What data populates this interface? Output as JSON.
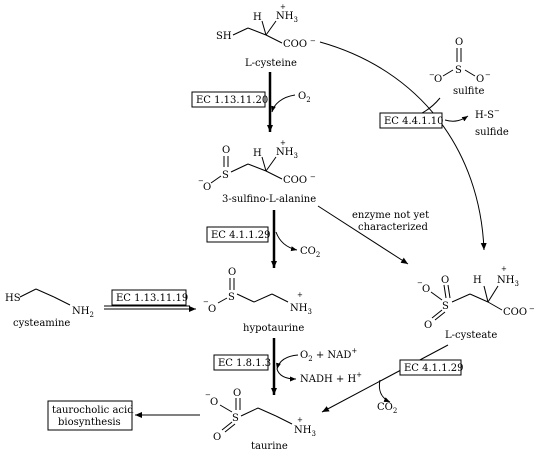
{
  "compounds": {
    "cysteine": {
      "name": "L-cysteine",
      "sh": "SH",
      "h": "H",
      "nh3": "NH",
      "nh3_sub": "3",
      "plus": "+",
      "coo": "COO",
      "minus": "−"
    },
    "sulfite": {
      "name": "sulfite",
      "s": "S",
      "o_top": "O",
      "o_left": "O",
      "o_right": "O",
      "minus": "−"
    },
    "hs_minus": {
      "text": "H-S",
      "minus": "−"
    },
    "sulfide": {
      "name": "sulfide"
    },
    "sulfinoalanine": {
      "name": "3-sulfino-L-alanine",
      "o_top": "O",
      "s": "S",
      "o_minus": "O",
      "minus": "−",
      "h": "H",
      "nh3": "NH",
      "nh3_sub": "3",
      "plus": "+",
      "coo": "COO"
    },
    "cysteamine": {
      "name": "cysteamine",
      "hs": "HS",
      "nh2": "NH",
      "nh2_sub": "2"
    },
    "hypotaurine": {
      "name": "hypotaurine",
      "o_top": "O",
      "s": "S",
      "o_minus": "O",
      "minus": "−",
      "nh3": "NH",
      "nh3_sub": "3",
      "plus": "+"
    },
    "cysteate": {
      "name": "L-cysteate",
      "o_top": "O",
      "s": "S",
      "o_bottom": "O",
      "o_minus": "O",
      "minus": "−",
      "h": "H",
      "nh3": "NH",
      "nh3_sub": "3",
      "plus": "+",
      "coo": "COO"
    },
    "taurine": {
      "name": "taurine",
      "o_top": "O",
      "s": "S",
      "o_bottom": "O",
      "o_minus": "O",
      "minus": "−",
      "nh3": "NH",
      "nh3_sub": "3",
      "plus": "+"
    }
  },
  "enzymes": {
    "e1": "EC 1.13.11.20",
    "e2": "EC 4.4.1.10",
    "e3": "EC 4.1.1.29",
    "e4": "EC 1.13.11.19",
    "e5": "EC 1.8.1.3",
    "e6": "EC 4.1.1.29"
  },
  "cofactors": {
    "o2": "O",
    "o2_sub": "2",
    "co2_a": "CO",
    "co2_a_sub": "2",
    "co2_b": "CO",
    "co2_b_sub": "2",
    "o2_nad": "O",
    "o2_nad_sub": "2",
    "o2_nad_rest": " + NAD",
    "o2_nad_plus": "+",
    "nadh": "NADH + H",
    "nadh_plus": "+"
  },
  "notes": {
    "unchar_line1": "enzyme not yet",
    "unchar_line2": "characterized"
  },
  "product_box": {
    "line1": "taurocholic acid",
    "line2": "biosynthesis"
  }
}
